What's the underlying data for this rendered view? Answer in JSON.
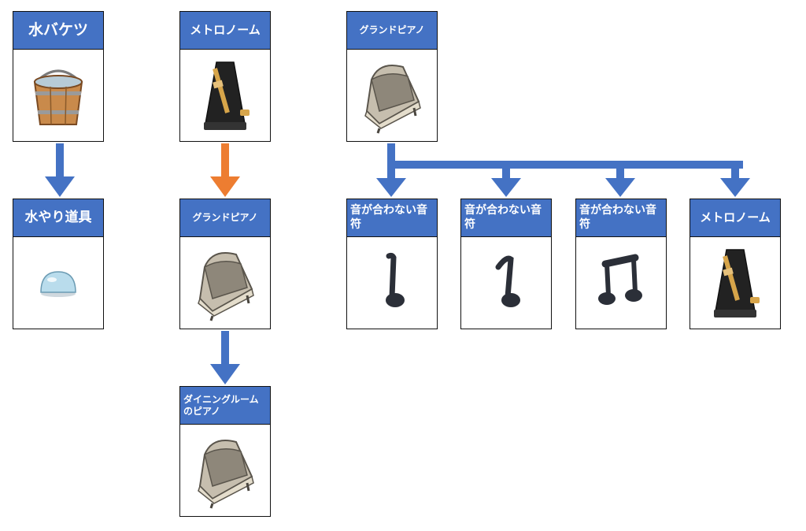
{
  "colors": {
    "blue": "#4472c4",
    "orange": "#ed7d31",
    "border": "#111111"
  },
  "nodes": {
    "bucket": {
      "label": "水バケツ",
      "icon": "wooden-bucket-icon"
    },
    "watering": {
      "label": "水やり道具",
      "icon": "water-drop-icon"
    },
    "metro1": {
      "label": "メトロノーム",
      "icon": "metronome-icon"
    },
    "piano1": {
      "label": "グランドピアノ",
      "icon": "grand-piano-icon"
    },
    "dining": {
      "label": "ダイニングルームのピアノ",
      "icon": "grand-piano-icon"
    },
    "piano2": {
      "label": "グランドピアノ",
      "icon": "grand-piano-icon"
    },
    "note1": {
      "label": "音が合わない音符",
      "icon": "music-note-icon"
    },
    "note2": {
      "label": "音が合わない音符",
      "icon": "music-note-icon"
    },
    "note3": {
      "label": "音が合わない音符",
      "icon": "beamed-notes-icon"
    },
    "metro2": {
      "label": "メトロノーム",
      "icon": "metronome-icon"
    }
  }
}
